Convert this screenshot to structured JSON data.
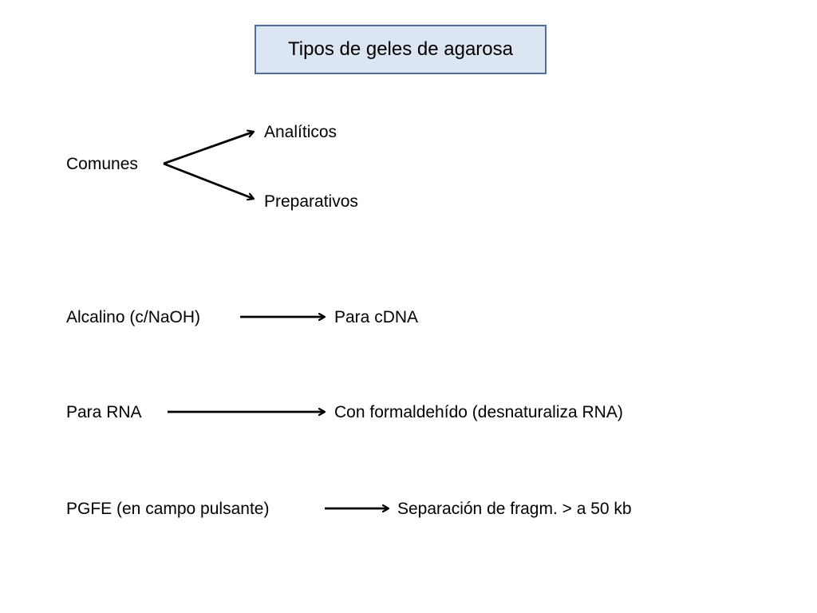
{
  "title": "Tipos de geles de agarosa",
  "nodes": {
    "comunes": "Comunes",
    "analiticos": "Analíticos",
    "preparativos": "Preparativos",
    "alcalino": "Alcalino (c/NaOH)",
    "para_cdna": "Para cDNA",
    "para_rna": "Para RNA",
    "con_formaldehido": "Con formaldehído (desnaturaliza RNA)",
    "pgfe": "PGFE (en campo pulsante)",
    "separacion": "Separación de fragm. > a 50 kb"
  },
  "edges": [
    {
      "from": "comunes",
      "to": "analiticos"
    },
    {
      "from": "comunes",
      "to": "preparativos"
    },
    {
      "from": "alcalino",
      "to": "para_cdna"
    },
    {
      "from": "para_rna",
      "to": "con_formaldehido"
    },
    {
      "from": "pgfe",
      "to": "separacion"
    }
  ],
  "colors": {
    "title_fill": "#dce6f2",
    "title_border": "#4f6f9a",
    "arrow": "#000000"
  }
}
